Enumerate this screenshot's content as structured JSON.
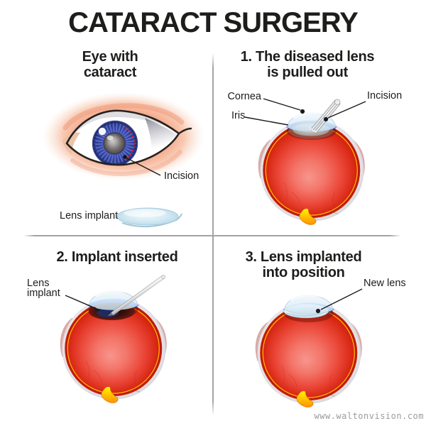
{
  "title": "CATARACT SURGERY",
  "watermark": "www.waltonvision.com",
  "panels": {
    "eye": {
      "heading1": "Eye with",
      "heading2": "cataract",
      "incision_label": "Incision",
      "lens_implant_label": "Lens implant"
    },
    "step1": {
      "heading1": "1. The diseased lens",
      "heading2": "is pulled out",
      "cornea_label": "Cornea",
      "iris_label": "Iris",
      "incision_label": "Incision"
    },
    "step2": {
      "heading": "2. Implant inserted",
      "lens_label1": "Lens",
      "lens_label2": "implant"
    },
    "step3": {
      "heading1": "3. Lens implanted",
      "heading2": "into position",
      "new_lens_label": "New lens"
    }
  },
  "colors": {
    "text": "#1d1d1b",
    "eyeball_red": "#d6230f",
    "iris_blue": "#2c3a92",
    "iris_band_blue": "#1c50d6",
    "cornea_blue": "#ddedf7",
    "skin_peach": "#f4a687",
    "incision_dash_red": "#e81010",
    "optic_yellow": "#ffc400",
    "divider_gray": "#a6a2a2",
    "watermark_gray": "#9b9b9b"
  }
}
